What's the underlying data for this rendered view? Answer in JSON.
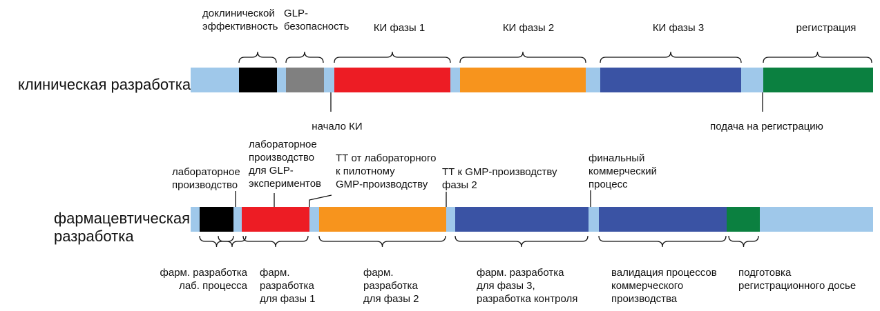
{
  "rows": {
    "clinical": {
      "label": "клиническая разработка",
      "track_color": "#9fc8ea",
      "segments": [
        {
          "name": "preclinical-efficacy",
          "color": "#000000"
        },
        {
          "name": "glp-safety",
          "color": "#808080"
        },
        {
          "name": "ki-phase-1",
          "color": "#ed1c24"
        },
        {
          "name": "ki-phase-2",
          "color": "#f7941d"
        },
        {
          "name": "ki-phase-3",
          "color": "#3a53a4"
        },
        {
          "name": "registration",
          "color": "#0b8040"
        }
      ],
      "top_labels": {
        "preclinical": "доклинической\nэффективность",
        "glp": "GLP-\nбезопасность",
        "phase1": "КИ фазы 1",
        "phase2": "КИ фазы 2",
        "phase3": "КИ фазы 3",
        "registration": "регистрация"
      },
      "bottom_labels": {
        "start_ki": "начало КИ",
        "submission": "подача на регистрацию"
      }
    },
    "pharma": {
      "label": "фармацевтическая\nразработка",
      "track_color": "#9fc8ea",
      "segments": [
        {
          "name": "lab-production",
          "color": "#000000"
        },
        {
          "name": "glp-lab-production",
          "color": "#ed1c24"
        },
        {
          "name": "pharm-phase-2",
          "color": "#f7941d"
        },
        {
          "name": "pharm-phase-3",
          "color": "#3a53a4"
        },
        {
          "name": "commercial-validation",
          "color": "#3a53a4"
        },
        {
          "name": "registration-dossier",
          "color": "#0b8040"
        }
      ],
      "top_labels": {
        "lab_production": "лабораторное\nпроизводство",
        "glp_production": "лабораторное\nпроизводство\nдля GLP-\nэкспериментов",
        "tt_pilot": "ТТ от лабораторного\nк пилотному\nGMP-производству",
        "tt_gmp": "ТТ к GMP-производству\nфазы 2",
        "final_process": "финальный\nкоммерческий\nпроцесс"
      },
      "bottom_labels": {
        "lab_process": "фарм. разработка\nлаб. процесса",
        "phase1": "фарм.\nразработка\nдля фазы 1",
        "phase2": "фарм.\nразработка\nдля фазы 2",
        "phase3": "фарм. разработка\nдля фазы 3,\nразработка контроля",
        "validation": "валидация процессов\nкоммерческого\nпроизводства",
        "dossier": "подготовка\nрегистрационного досье"
      }
    }
  }
}
